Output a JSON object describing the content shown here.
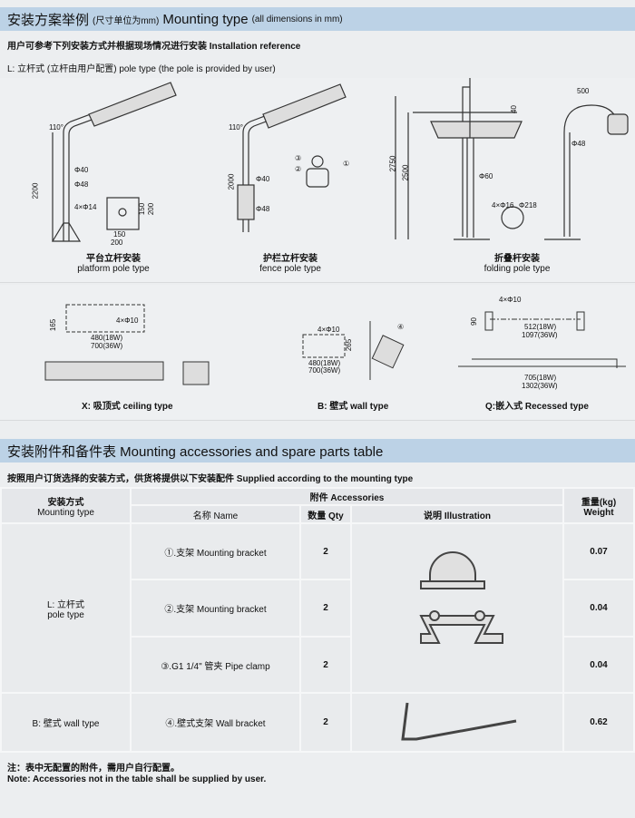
{
  "section1": {
    "title_cn": "安装方案举例",
    "title_unit": "(尺寸单位为mm)",
    "title_en": "Mounting type",
    "title_note": "(all dimensions in mm)",
    "ref": "用户可参考下列安装方式并根据现场情况进行安装  Installation reference",
    "pole_line": "L: 立杆式 (立杆由用户配置)  pole type (the pole is provided by user)"
  },
  "diagrams": {
    "platform": {
      "cn": "平台立杆安装",
      "en": "platform pole type",
      "d": [
        "110°",
        "2200",
        "Φ40",
        "Φ48",
        "4×Φ14",
        "150",
        "200",
        "150",
        "200"
      ]
    },
    "fence": {
      "cn": "护栏立杆安装",
      "en": "fence pole type",
      "d": [
        "110°",
        "2000",
        "Φ40",
        "Φ48",
        "③",
        "②",
        "①"
      ]
    },
    "folding": {
      "cn": "折叠杆安装",
      "en": "folding pole type",
      "d": [
        "2750",
        "2500",
        "40",
        "Φ60",
        "4×Φ16",
        "Φ218",
        "500",
        "Φ48"
      ]
    },
    "ceiling": {
      "label": "X: 吸顶式 ceiling type",
      "d": [
        "165",
        "4×Φ10",
        "480(18W)",
        "700(36W)"
      ]
    },
    "wall": {
      "label": "B: 壁式 wall type",
      "d": [
        "4×Φ10",
        "265",
        "480(18W)",
        "700(36W)",
        "④"
      ]
    },
    "recessed": {
      "label": "Q:嵌入式  Recessed type",
      "d": [
        "4×Φ10",
        "90",
        "512(18W)",
        "1097(36W)",
        "705(18W)",
        "1302(36W)"
      ]
    }
  },
  "section2": {
    "title": "安装附件和备件表  Mounting accessories and spare parts table",
    "supplied": "按照用户订货选择的安装方式，供货将提供以下安装配件  Supplied according to the mounting type"
  },
  "table": {
    "h_type_cn": "安装方式",
    "h_type_en": "Mounting type",
    "h_acc": "附件  Accessories",
    "h_name": "名称 Name",
    "h_qty": "数量 Qty",
    "h_ill": "说明  Illustration",
    "h_w_cn": "重量(kg)",
    "h_w_en": "Weight",
    "group_pole_cn": "L: 立杆式",
    "group_pole_en": "pole type",
    "group_wall": "B: 壁式  wall type",
    "rows": [
      {
        "name": "①.支架 Mounting bracket",
        "qty": "2",
        "weight": "0.07"
      },
      {
        "name": "②.支架 Mounting bracket",
        "qty": "2",
        "weight": "0.04"
      },
      {
        "name": "③.G1 1/4\" 管夹 Pipe clamp",
        "qty": "2",
        "weight": "0.04"
      },
      {
        "name": "④.壁式支架 Wall bracket",
        "qty": "2",
        "weight": "0.62"
      }
    ]
  },
  "notes": {
    "cn": "注：表中无配置的附件，需用户自行配置。",
    "en": "Note: Accessories not in the table shall be supplied by user."
  }
}
